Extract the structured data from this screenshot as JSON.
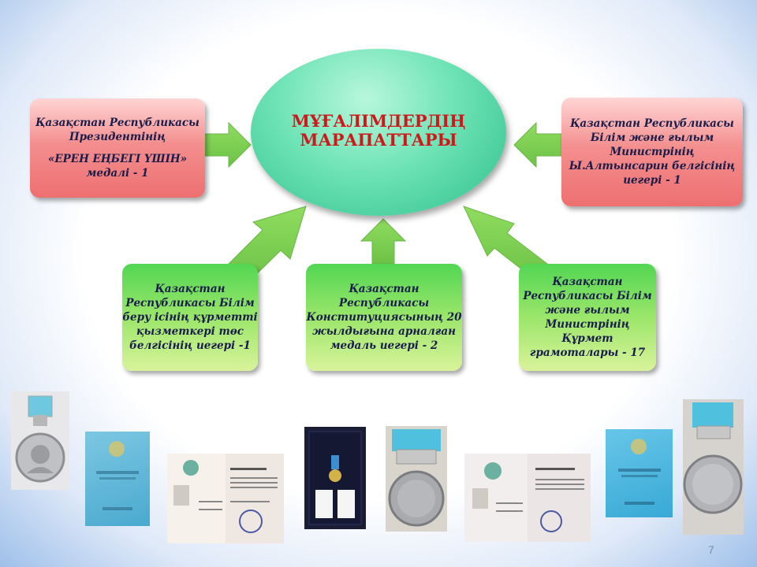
{
  "slide": {
    "center_title": "МҰҒАЛІМДЕРДІҢ МАРАПАТТАРЫ",
    "page_number": "7"
  },
  "awards": {
    "president": {
      "line1": "Қазақстан Республикасы Президентінің",
      "line2": "«ЕРЕН ЕҢБЕГІ ҮШІН» медалі - 1"
    },
    "ministry_altynsarin": "Қазақстан Республикасы Білім және ғылым Министрінің Ы.Алтынсарин белгісінің иегері - 1",
    "honored_educator": "Қазақстан Республикасы Білім беру ісінің құрметті қызметкері төс белгісінің иегері -1",
    "constitution_medal": "Қазақстан Республикасы Конституциясының 20 жылдығына арналған медаль иегері - 2",
    "honor_certificates": "Қазақстан Республикасы Білім және ғылым Министрінің Құрмет грамоталары -   17"
  },
  "colors": {
    "title_red": "#d0181a",
    "box_red": "#ee6f70",
    "box_green": "#9be66a",
    "arrow_green": "#7ccf50",
    "oval_green": "#6ee3b6"
  },
  "photos": [
    "medal-altynsarin",
    "certificate-cover",
    "certificate-open",
    "medal-in-case",
    "medal-reverse",
    "certificate-open-2",
    "certificate-cover-2",
    "medal-reverse-2"
  ]
}
